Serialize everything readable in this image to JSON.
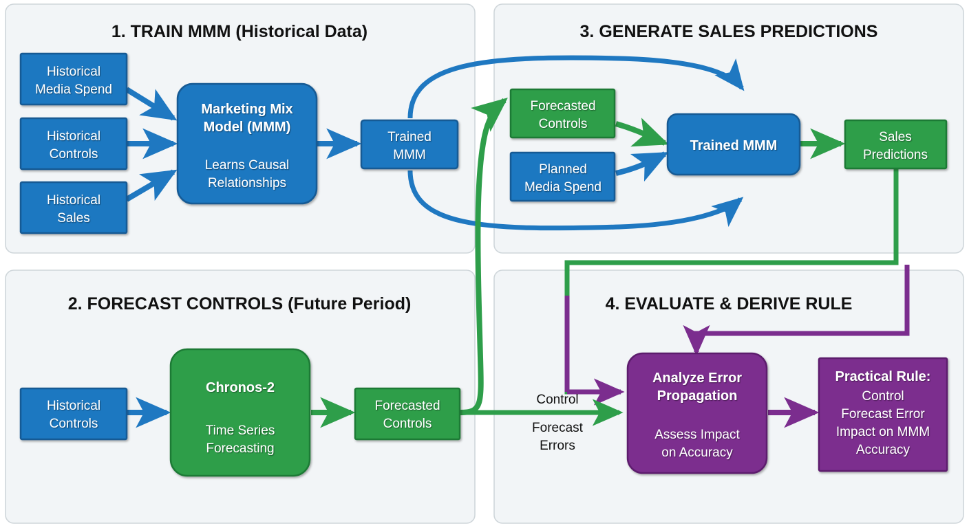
{
  "colors": {
    "blue_fill": "#1f78c1",
    "blue_stroke": "#145a94",
    "green_fill": "#2e9e4a",
    "green_stroke": "#1e7a34",
    "purple_fill": "#7b2d8e",
    "purple_stroke": "#5d1f6d",
    "panel_fill": "#f2f5f7",
    "panel_stroke": "#cfd6da",
    "text_light": "#ffffff",
    "text_dark": "#111111",
    "arrow_blue": "#1f78c1",
    "arrow_green": "#2e9e4a",
    "arrow_purple": "#7b2d8e"
  },
  "panels": [
    {
      "id": "panel-1",
      "title": "1. TRAIN MMM (Historical Data)"
    },
    {
      "id": "panel-3",
      "title": "3. GENERATE SALES PREDICTIONS"
    },
    {
      "id": "panel-2",
      "title": "2. FORECAST CONTROLS (Future Period)"
    },
    {
      "id": "panel-4",
      "title": "4. EVALUATE & DERIVE RULE"
    }
  ],
  "panel1": {
    "inputs": [
      {
        "line1": "Historical",
        "line2": "Media Spend"
      },
      {
        "line1": "Historical",
        "line2": "Controls"
      },
      {
        "line1": "Historical",
        "line2": "Sales"
      }
    ],
    "process": {
      "title_line1": "Marketing Mix",
      "title_line2": "Model (MMM)",
      "sub_line1": "Learns Causal",
      "sub_line2": "Relationships"
    },
    "output": {
      "line1": "Trained",
      "line2": "MMM"
    }
  },
  "panel2": {
    "input": {
      "line1": "Historical",
      "line2": "Controls"
    },
    "process": {
      "title": "Chronos-2",
      "sub_line1": "Time Series",
      "sub_line2": "Forecasting"
    },
    "output": {
      "line1": "Forecasted",
      "line2": "Controls"
    }
  },
  "panel3": {
    "input_green": {
      "line1": "Forecasted",
      "line2": "Controls"
    },
    "input_blue": {
      "line1": "Planned",
      "line2": "Media Spend"
    },
    "model": {
      "title": "Trained MMM"
    },
    "output": {
      "line1": "Sales",
      "line2": "Predictions"
    }
  },
  "panel4": {
    "edge_label": {
      "line1": "Control",
      "line2": "Forecast",
      "line3": "Errors"
    },
    "analyze": {
      "title_line1": "Analyze Error",
      "title_line2": "Propagation",
      "sub_line1": "Assess Impact",
      "sub_line2": "on Accuracy"
    },
    "rule": {
      "title": "Practical Rule:",
      "line1": "Control",
      "line2": "Forecast Error",
      "line3": "Impact on MMM",
      "line4": "Accuracy"
    }
  }
}
